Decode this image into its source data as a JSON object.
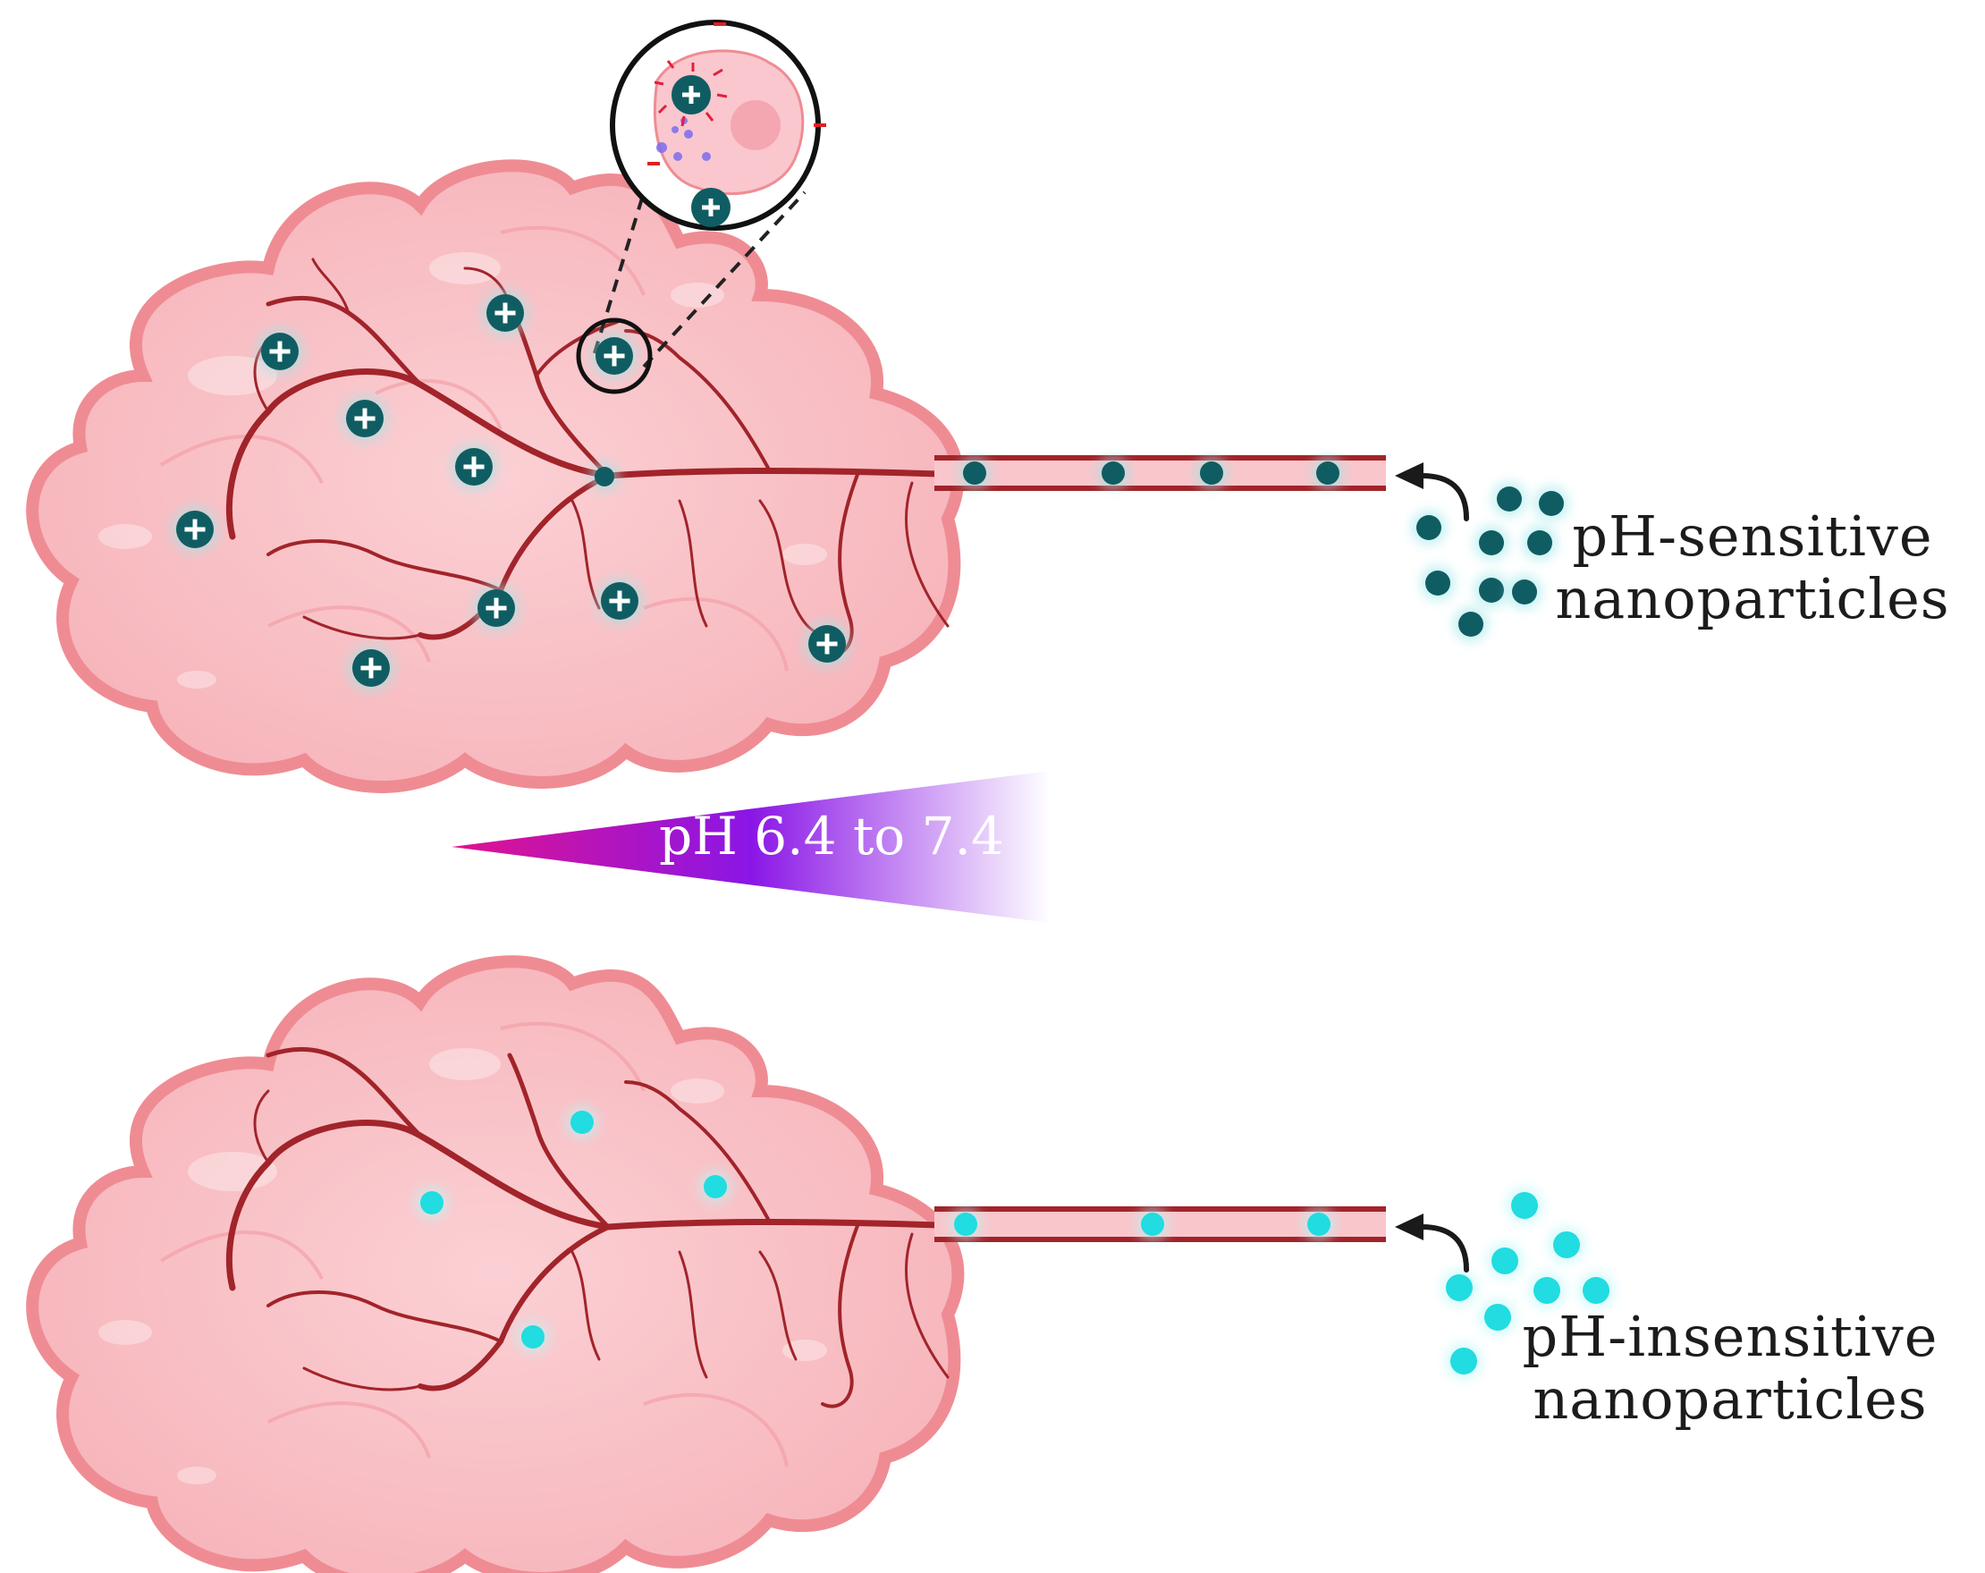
{
  "labels": {
    "sensitive_line1": "pH-sensitive",
    "sensitive_line2": "nanoparticles",
    "insensitive_line1": "pH-insensitive",
    "insensitive_line2": "nanoparticles",
    "ph_gradient": "pH 6.4 to 7.4",
    "charge_symbol": "+",
    "negative_symbol": "–"
  },
  "colors": {
    "tissue_fill": "#f9bfc4",
    "tissue_outline": "#ef8c93",
    "vessel": "#a1242a",
    "sensitive_particle": "#0f5d62",
    "insensitive_particle": "#21dce0",
    "gradient_start": "#e0128f",
    "gradient_mid": "#8a16e6",
    "gradient_end": "#ffffff"
  },
  "icons": [
    "positive-charged-nanoparticle-icon",
    "nanoparticle-icon",
    "curved-arrow-icon",
    "cell-icon"
  ]
}
